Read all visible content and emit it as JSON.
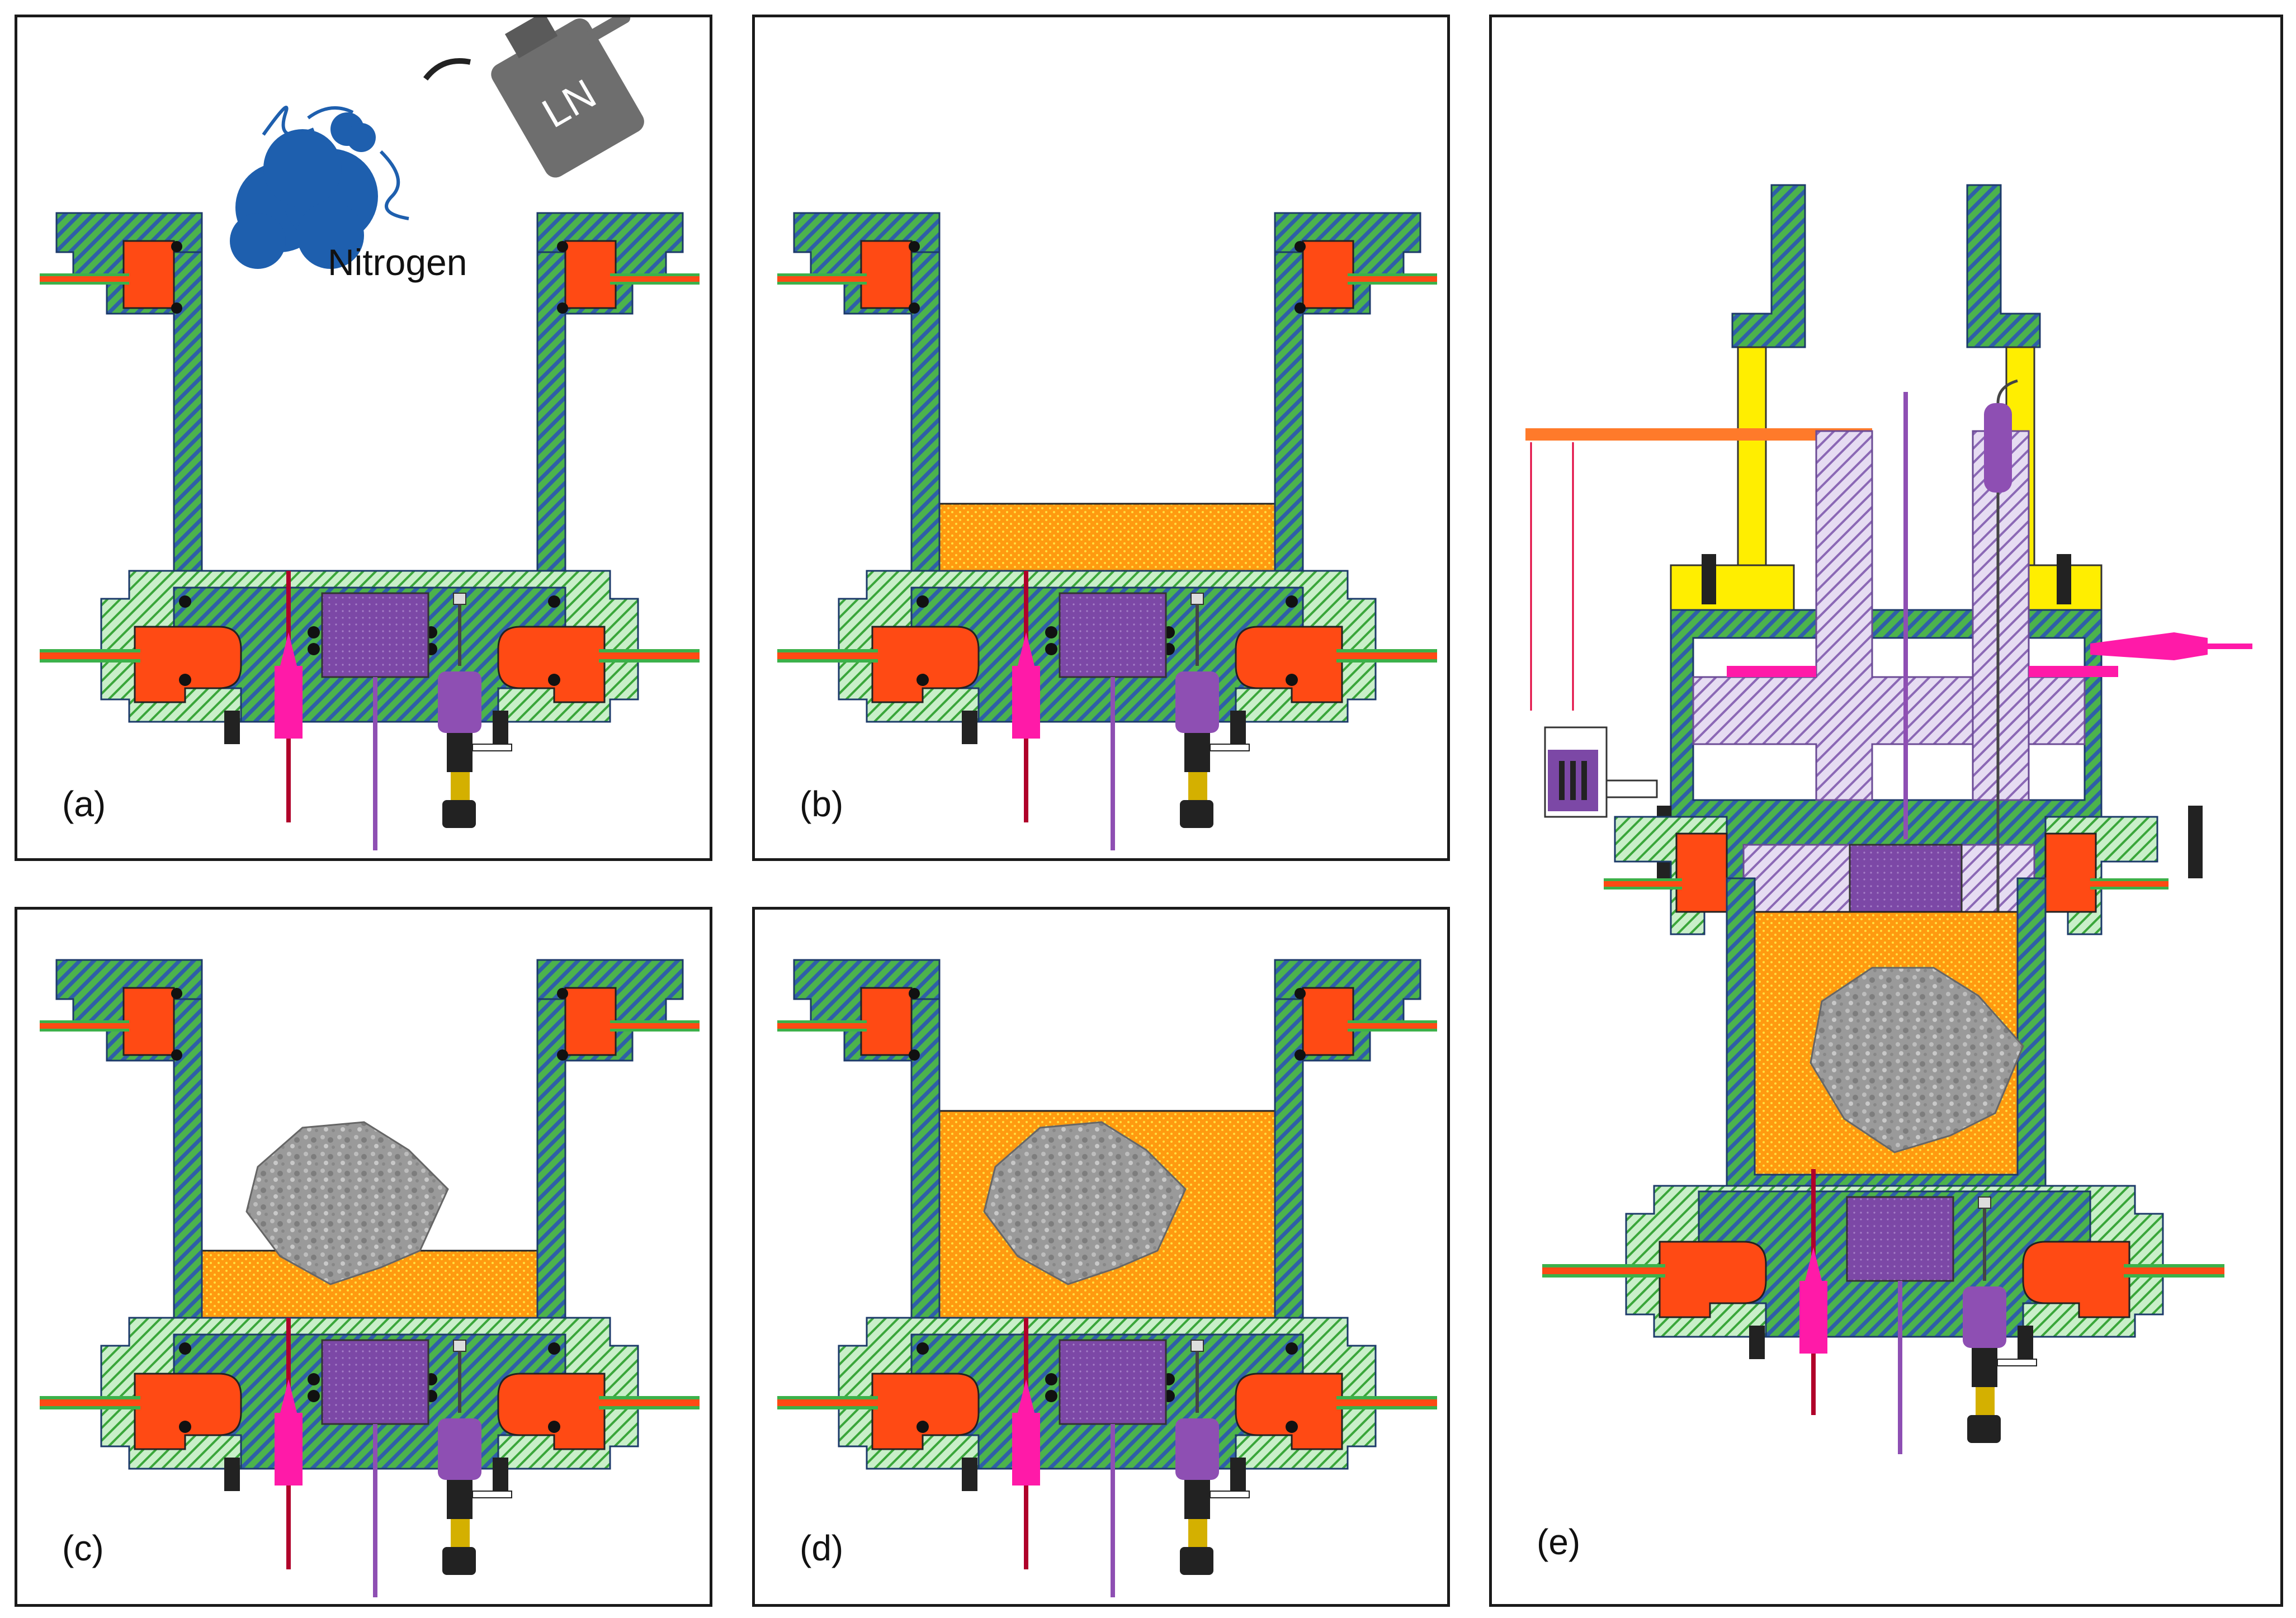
{
  "panels": [
    {
      "label": "(a)",
      "fill": "none"
    },
    {
      "label": "(b)",
      "fill": "low"
    },
    {
      "label": "(c)",
      "fill": "low-rock"
    },
    {
      "label": "(d)",
      "fill": "full-rock"
    },
    {
      "label": "(e)",
      "fill": "assembled"
    }
  ],
  "annotations": {
    "nitrogen": "Nitrogen",
    "bottle": "LN"
  },
  "colors": {
    "wall_green": "#4cb34c",
    "wall_blue": "#2f5fa8",
    "flange_light": "#b7e6b7",
    "gasket": "#ff4a14",
    "sample_fill": "#ffa21a",
    "sensor_purple": "#7c48a6",
    "cap_yellow": "#ffee00",
    "piston_lilac": "#d5c4e8",
    "needle_pink": "#ff1aa8",
    "rod_orange": "#ff7a2a",
    "nitrogen_blue": "#1e5fae",
    "bottle_grey": "#707070"
  },
  "icons": [
    "liquid-nitrogen-bottle-icon",
    "nitrogen-cloud-icon",
    "rock-sample-icon"
  ]
}
